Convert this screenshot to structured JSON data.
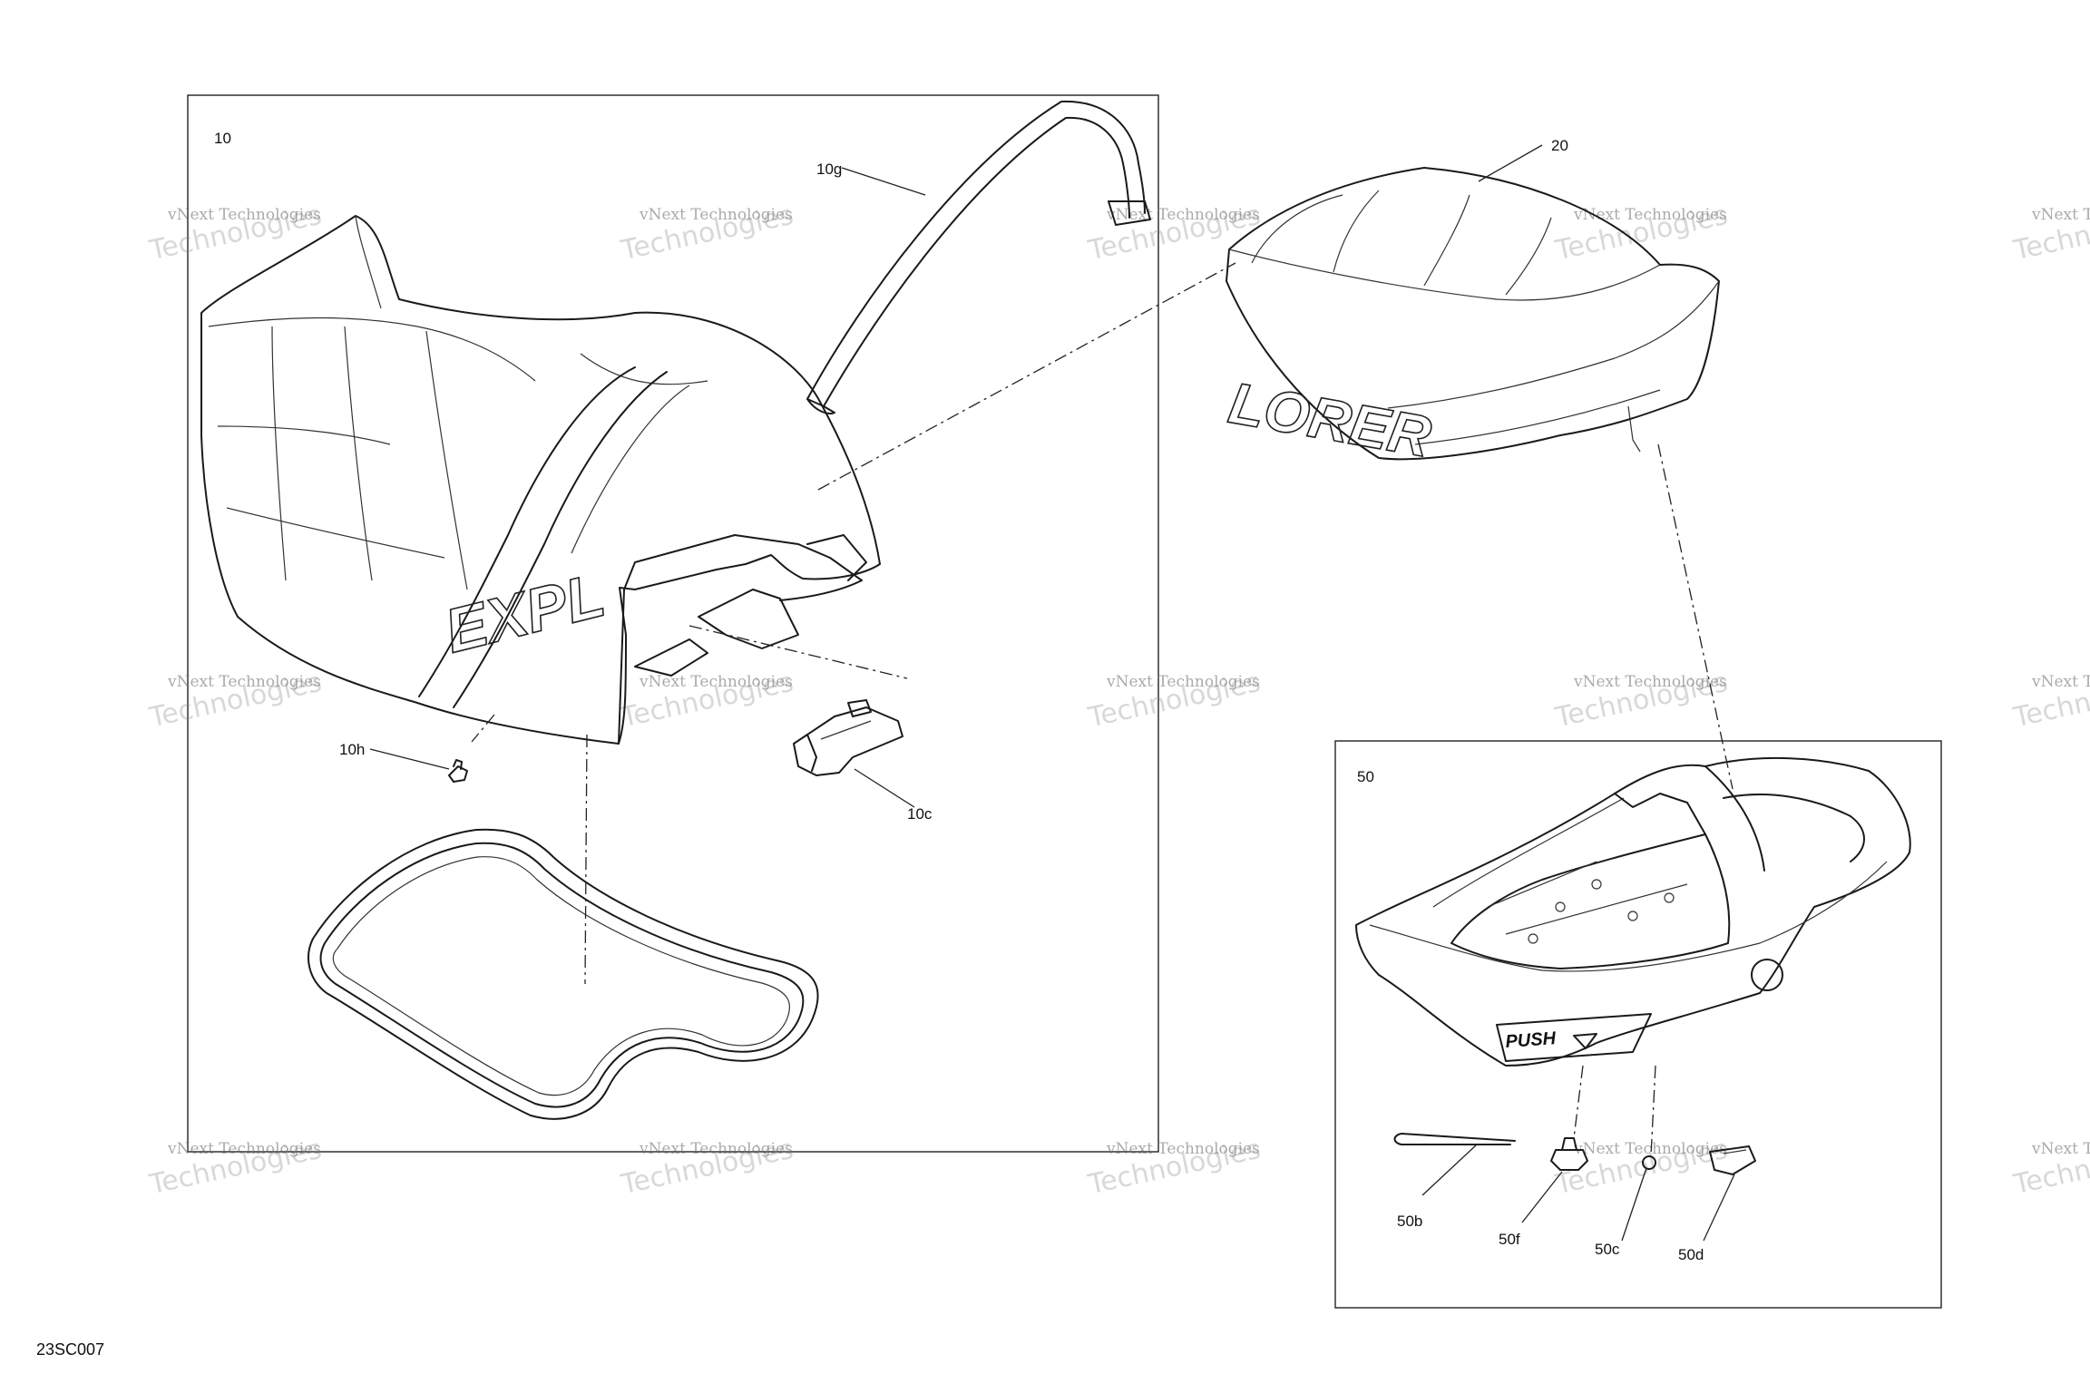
{
  "diagram_code": "23SC007",
  "watermark": {
    "line1": "vNext Technologies",
    "line2": "Technologies",
    "line3": "vNext"
  },
  "callouts": {
    "c10": "10",
    "c10g": "10g",
    "c10h": "10h",
    "c10c": "10c",
    "c20": "20",
    "c50": "50",
    "c50b": "50b",
    "c50f": "50f",
    "c50c": "50c",
    "c50d": "50d"
  },
  "seat_lettering": {
    "front": "EXPL",
    "rear": "LORER"
  },
  "tray_lettering": "PUSH"
}
